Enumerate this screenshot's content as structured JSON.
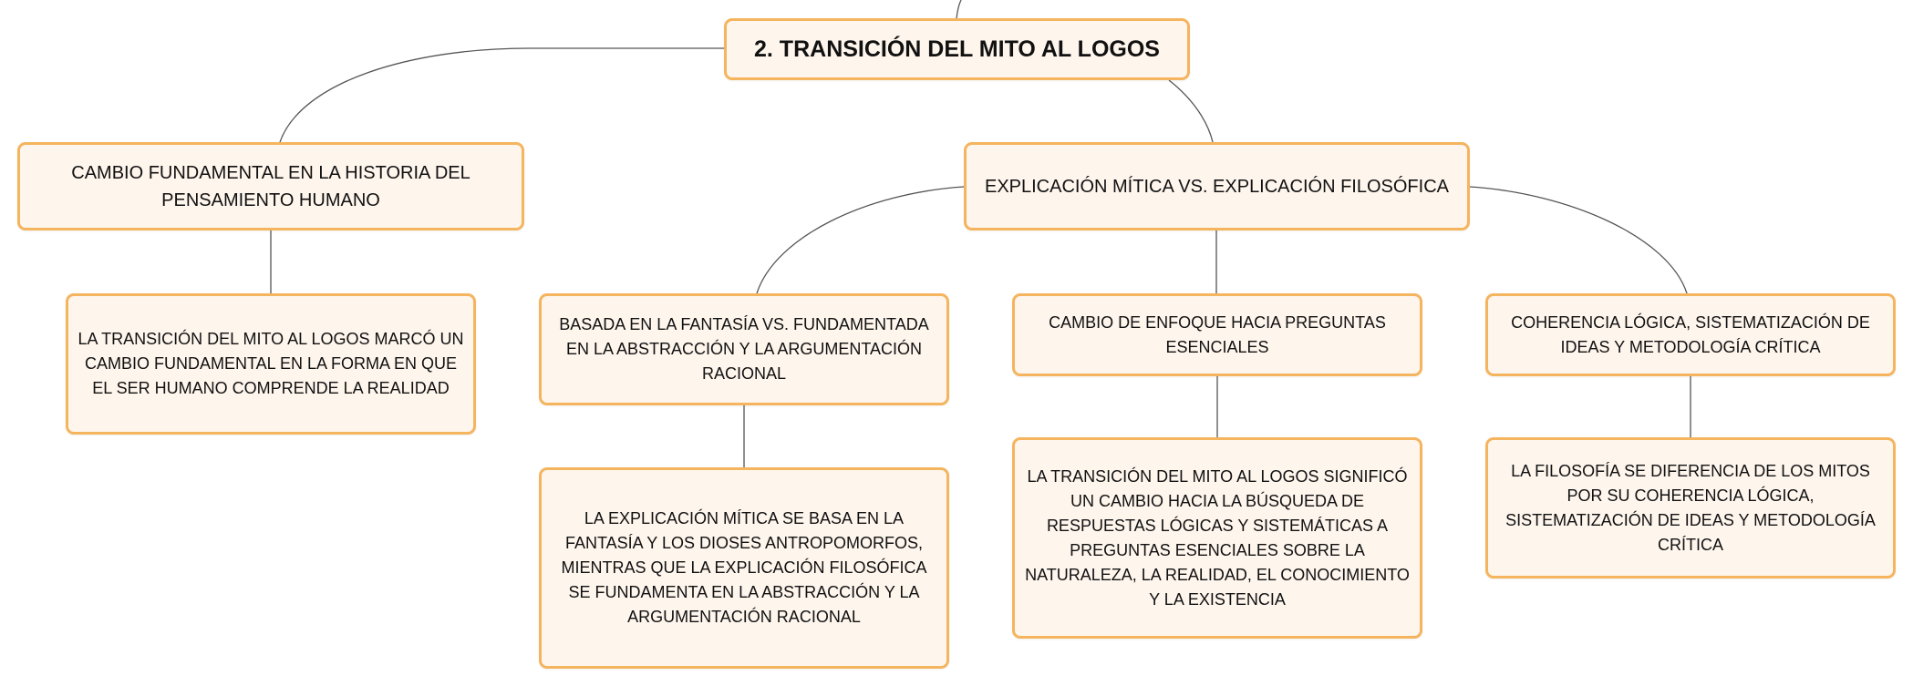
{
  "root": {
    "label": "2. TRANSICIÓN DEL MITO AL LOGOS"
  },
  "branches": {
    "cambio_fundamental": {
      "label": "CAMBIO FUNDAMENTAL EN LA HISTORIA DEL PENSAMIENTO HUMANO",
      "detail": "LA TRANSICIÓN DEL MITO AL LOGOS MARCÓ UN CAMBIO FUNDAMENTAL EN LA FORMA EN QUE EL SER HUMANO COMPRENDE LA REALIDAD"
    },
    "explicacion": {
      "label": "EXPLICACIÓN MÍTICA VS. EXPLICACIÓN FILOSÓFICA",
      "children": {
        "fantasia": {
          "label": "BASADA EN LA FANTASÍA VS. FUNDAMENTADA EN LA ABSTRACCIÓN Y LA ARGUMENTACIÓN RACIONAL",
          "detail": "LA EXPLICACIÓN MÍTICA SE BASA EN LA FANTASÍA Y LOS DIOSES ANTROPOMORFOS, MIENTRAS QUE LA EXPLICACIÓN FILOSÓFICA SE FUNDAMENTA EN LA ABSTRACCIÓN Y LA ARGUMENTACIÓN RACIONAL"
        },
        "enfoque": {
          "label": "CAMBIO DE ENFOQUE HACIA PREGUNTAS ESENCIALES",
          "detail": "LA TRANSICIÓN DEL MITO AL LOGOS SIGNIFICÓ UN CAMBIO HACIA LA BÚSQUEDA DE RESPUESTAS LÓGICAS Y SISTEMÁTICAS A PREGUNTAS ESENCIALES SOBRE LA NATURALEZA, LA REALIDAD, EL CONOCIMIENTO Y LA EXISTENCIA"
        },
        "coherencia": {
          "label": "COHERENCIA LÓGICA, SISTEMATIZACIÓN DE IDEAS Y METODOLOGÍA CRÍTICA",
          "detail": "LA FILOSOFÍA SE DIFERENCIA DE LOS MITOS POR SU COHERENCIA LÓGICA, SISTEMATIZACIÓN DE IDEAS Y METODOLOGÍA CRÍTICA"
        }
      }
    }
  },
  "colors": {
    "node_fill": "#fef5ed",
    "node_border": "#f5b45e",
    "connector": "#555555",
    "text": "#111111"
  }
}
